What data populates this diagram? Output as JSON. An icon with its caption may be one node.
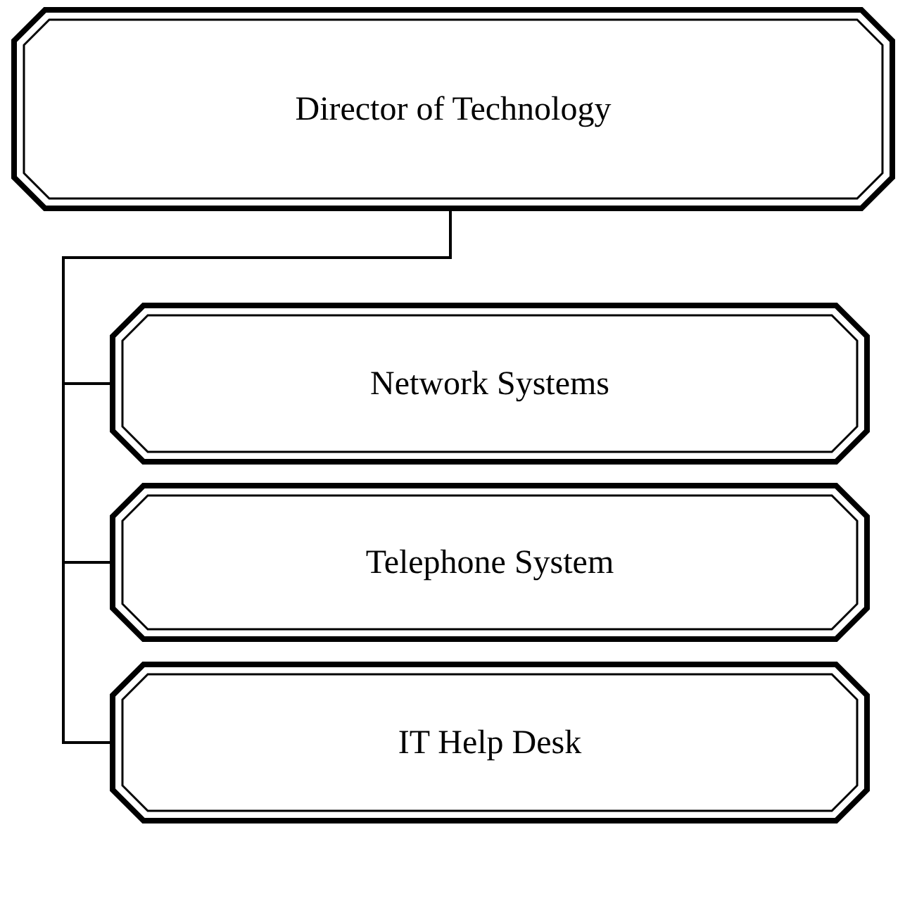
{
  "diagram": {
    "nodes": [
      {
        "text": [
          "Director of Technology"
        ]
      },
      {
        "text": [
          "Network Systems"
        ]
      },
      {
        "text": [
          "Telephone System"
        ]
      },
      {
        "text": [
          "IT Help Desk"
        ]
      }
    ],
    "edges": [
      {
        "from": 0,
        "to": 1,
        "arrow": "none"
      },
      {
        "from": 0,
        "to": 2,
        "arrow": "none"
      },
      {
        "from": 0,
        "to": 3,
        "arrow": "none"
      }
    ]
  }
}
